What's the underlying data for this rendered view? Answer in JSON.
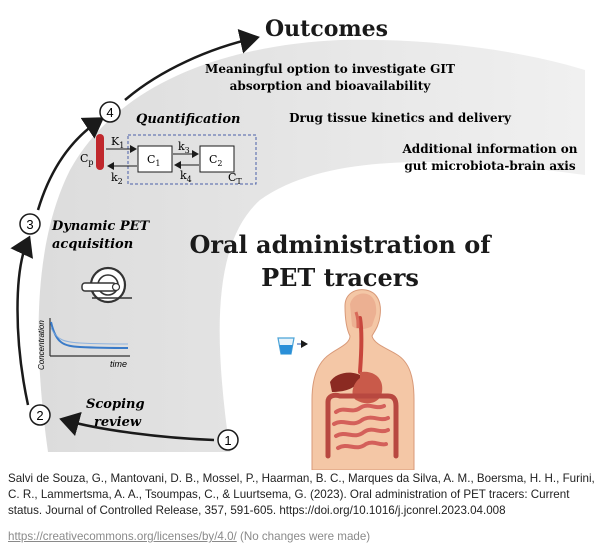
{
  "diagram": {
    "title": "Outcomes",
    "outcomes": [
      "Meaningful option to investigate GIT",
      "absorption and bioavailability",
      "Drug tissue kinetics and delivery",
      "Additional information on",
      "gut microbiota-brain axis"
    ],
    "center_title": [
      "Oral administration of",
      "PET tracers"
    ],
    "steps": [
      {
        "number": "1"
      },
      {
        "number": "2",
        "label": [
          "Scoping",
          "review"
        ]
      },
      {
        "number": "3",
        "label": [
          "Dynamic PET",
          "acquisition"
        ]
      },
      {
        "number": "4",
        "label": [
          "Quantification"
        ]
      }
    ],
    "kinetic_model": {
      "cp": "C",
      "cp_sub": "p",
      "c1": "C",
      "c1_sub": "1",
      "c2": "C",
      "c2_sub": "2",
      "ct": "C",
      "ct_sub": "T",
      "k1": "K",
      "k1_sub": "1",
      "k2": "k",
      "k2_sub": "2",
      "k3": "k",
      "k3_sub": "3",
      "k4": "k",
      "k4_sub": "4"
    },
    "plot": {
      "ylabel": "Concentration",
      "xlabel": "time"
    },
    "colors": {
      "accent_red": "#c0282d",
      "arc_gray": "#e4e4e4",
      "arrow": "#1a1a1a",
      "curve_blue": "#3a7bc8"
    }
  },
  "caption": {
    "citation": "Salvi de Souza, G., Mantovani, D. B., Mossel, P., Haarman, B. C., Marques da Silva, A. M., Boersma, H. H., Furini, C. R., Lammertsma, A. A., Tsoumpas, C., & Luurtsema, G. (2023). Oral administration of PET tracers: Current status. Journal of Controlled Release, 357, 591-605. https://doi.org/10.1016/j.jconrel.2023.04.008",
    "license_link": "https://creativecommons.org/licenses/by/4.0/",
    "license_note": " (No changes were made)"
  }
}
